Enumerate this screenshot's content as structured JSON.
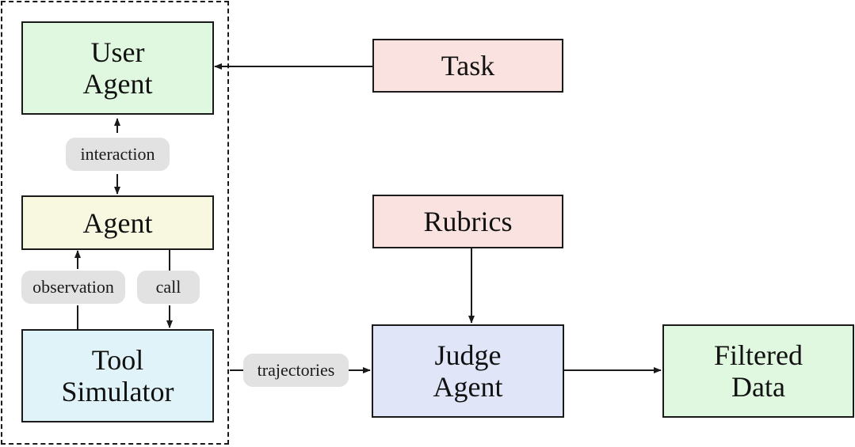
{
  "nodes": {
    "user_agent": {
      "label": "User\nAgent",
      "color": "#dff8df"
    },
    "agent": {
      "label": "Agent",
      "color": "#f8f7df"
    },
    "tool_simulator": {
      "label": "Tool\nSimulator",
      "color": "#dff3f8"
    },
    "task": {
      "label": "Task",
      "color": "#f9e2df"
    },
    "rubrics": {
      "label": "Rubrics",
      "color": "#f9e2df"
    },
    "judge_agent": {
      "label": "Judge\nAgent",
      "color": "#e0e6f8"
    },
    "filtered_data": {
      "label": "Filtered\nData",
      "color": "#dff8df"
    }
  },
  "edge_labels": {
    "interaction": "interaction",
    "observation": "observation",
    "call": "call",
    "trajectories": "trajectories"
  },
  "edges": [
    {
      "from": "task",
      "to": "user_agent"
    },
    {
      "from": "user_agent",
      "to": "agent",
      "label": "interaction",
      "bidirectional": true
    },
    {
      "from": "tool_simulator",
      "to": "agent",
      "label": "observation"
    },
    {
      "from": "agent",
      "to": "tool_simulator",
      "label": "call"
    },
    {
      "from": "tool_simulator",
      "to": "judge_agent",
      "label": "trajectories"
    },
    {
      "from": "rubrics",
      "to": "judge_agent"
    },
    {
      "from": "judge_agent",
      "to": "filtered_data"
    }
  ]
}
